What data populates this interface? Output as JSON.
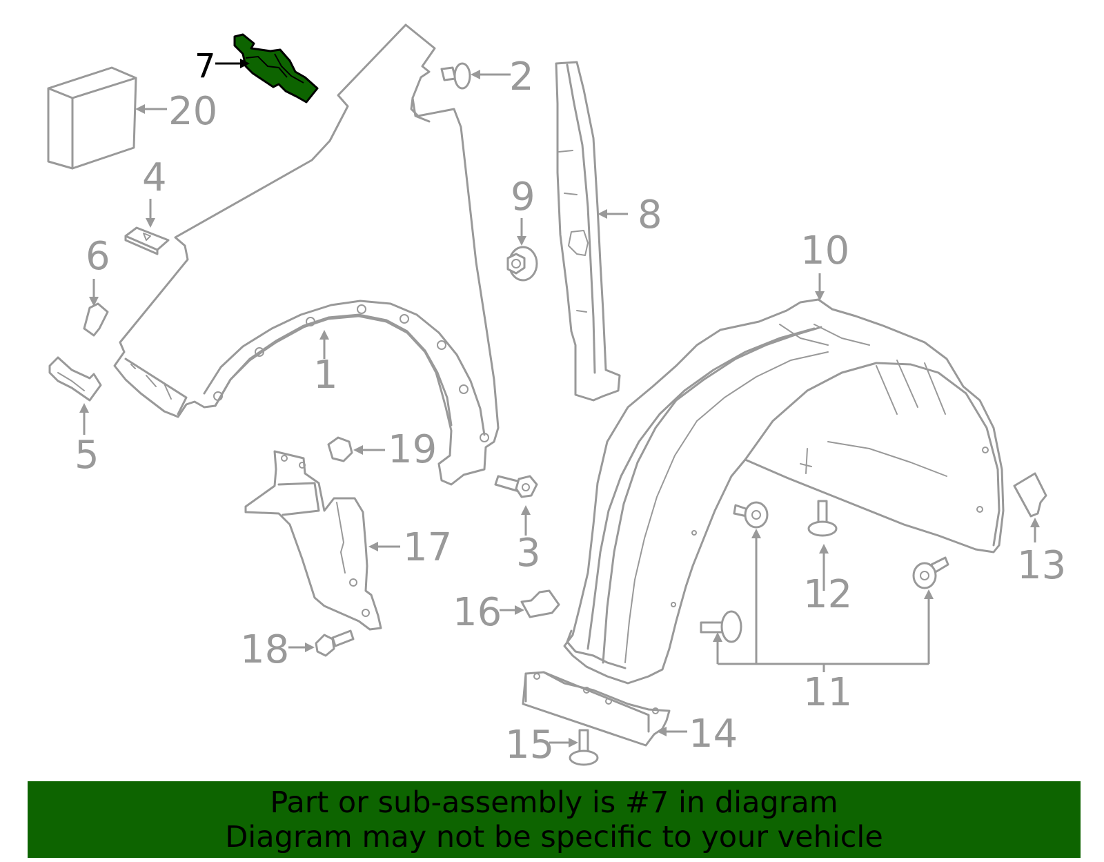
{
  "diagram": {
    "highlight_color": "#0d6400",
    "line_color": "#999999",
    "highlighted_part": "7",
    "callouts": [
      {
        "key": "c1",
        "label": "1"
      },
      {
        "key": "c2",
        "label": "2"
      },
      {
        "key": "c3",
        "label": "3"
      },
      {
        "key": "c4",
        "label": "4"
      },
      {
        "key": "c5",
        "label": "5"
      },
      {
        "key": "c6",
        "label": "6"
      },
      {
        "key": "c7",
        "label": "7"
      },
      {
        "key": "c8",
        "label": "8"
      },
      {
        "key": "c9",
        "label": "9"
      },
      {
        "key": "c10",
        "label": "10"
      },
      {
        "key": "c11",
        "label": "11"
      },
      {
        "key": "c12",
        "label": "12"
      },
      {
        "key": "c13",
        "label": "13"
      },
      {
        "key": "c14",
        "label": "14"
      },
      {
        "key": "c15",
        "label": "15"
      },
      {
        "key": "c16",
        "label": "16"
      },
      {
        "key": "c17",
        "label": "17"
      },
      {
        "key": "c18",
        "label": "18"
      },
      {
        "key": "c19",
        "label": "19"
      },
      {
        "key": "c20",
        "label": "20"
      }
    ]
  },
  "banner": {
    "line1": "Part or sub-assembly is #7 in diagram",
    "line2": "Diagram may not be specific to your vehicle",
    "background": "#0d6400"
  }
}
